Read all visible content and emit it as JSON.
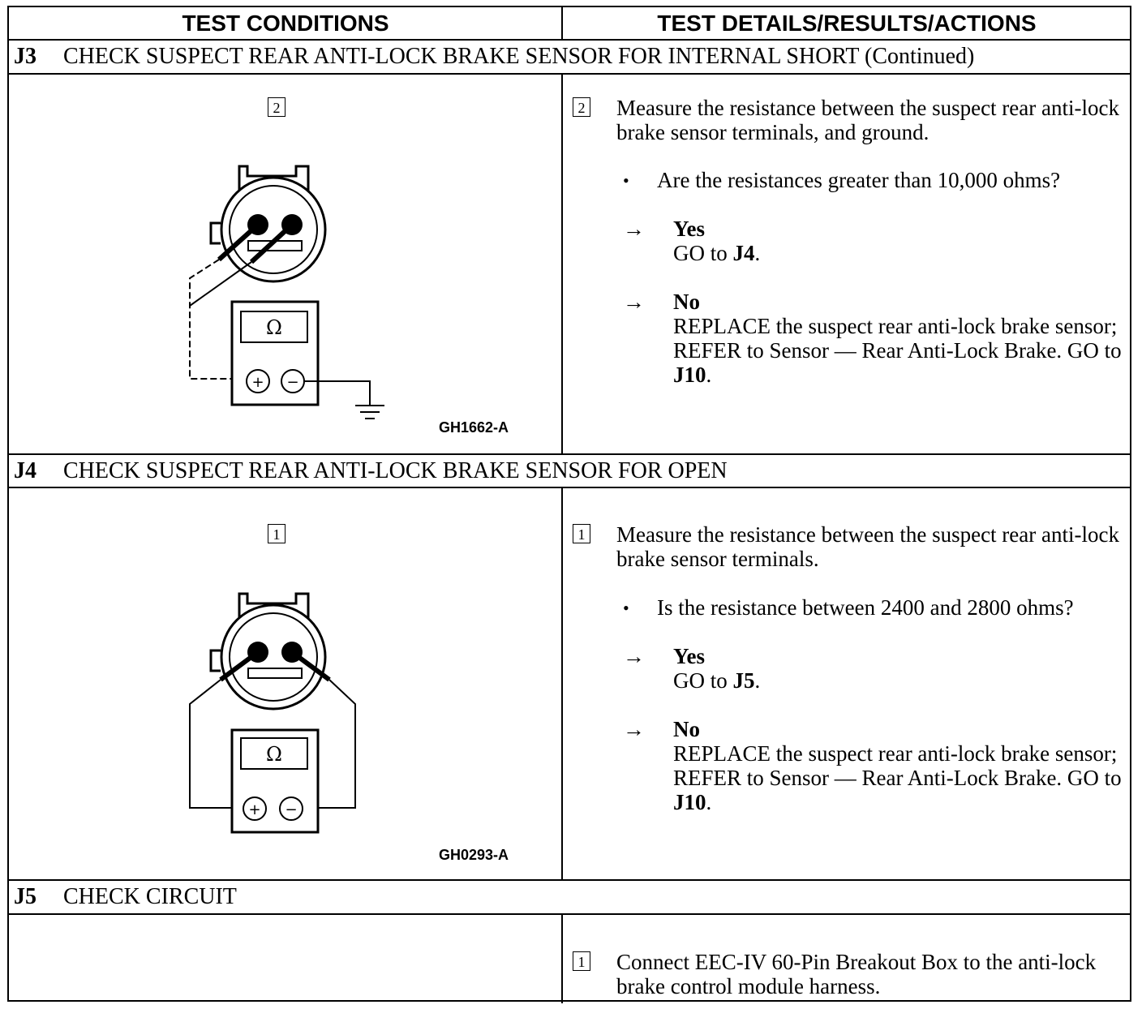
{
  "columns": {
    "left": "TEST CONDITIONS",
    "right": "TEST DETAILS/RESULTS/ACTIONS"
  },
  "sections": {
    "j3": {
      "code": "J3",
      "title": "CHECK SUSPECT REAR ANTI-LOCK BRAKE SENSOR FOR INTERNAL SHORT (Continued)",
      "figure_step": "2",
      "figure_id": "GH1662-A",
      "meter_symbol": "Ω",
      "step_number": "2",
      "step_text": "Measure the resistance between the suspect rear anti-lock brake sensor terminals, and ground.",
      "question": "Are the resistances greater than 10,000 ohms?",
      "yes_label": "Yes",
      "yes_action_prefix": "GO to",
      "yes_target": "J4",
      "no_label": "No",
      "no_action": "REPLACE the suspect rear anti-lock brake sensor; REFER to Sensor — Rear Anti-Lock Brake. GO to",
      "no_target": "J10"
    },
    "j4": {
      "code": "J4",
      "title": "CHECK SUSPECT REAR ANTI-LOCK BRAKE SENSOR FOR OPEN",
      "figure_step": "1",
      "figure_id": "GH0293-A",
      "meter_symbol": "Ω",
      "step_number": "1",
      "step_text": "Measure the resistance between the suspect rear anti-lock brake sensor terminals.",
      "question": "Is the resistance between 2400 and 2800 ohms?",
      "yes_label": "Yes",
      "yes_action_prefix": "GO to",
      "yes_target": "J5",
      "no_label": "No",
      "no_action": "REPLACE the suspect rear anti-lock brake sensor; REFER to Sensor — Rear Anti-Lock Brake. GO to",
      "no_target": "J10"
    },
    "j5": {
      "code": "J5",
      "title": "CHECK CIRCUIT",
      "step_number": "1",
      "step_text": "Connect EEC-IV 60-Pin Breakout Box to the anti-lock brake control module harness."
    }
  },
  "glyphs": {
    "bullet": "•",
    "arrow": "→",
    "plus": "+",
    "minus": "−"
  }
}
